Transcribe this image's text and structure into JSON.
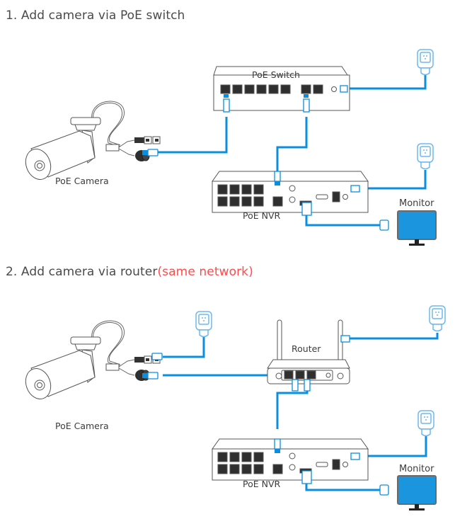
{
  "sections": [
    {
      "heading": "1. Add camera via PoE switch",
      "devices": {
        "camera": "PoE Camera",
        "switch": "PoE Switch",
        "nvr": "PoE NVR",
        "monitor": "Monitor"
      }
    },
    {
      "heading_main": "2. Add camera via router",
      "heading_accent": "(same network)",
      "devices": {
        "camera": "PoE Camera",
        "router": "Router",
        "nvr": "PoE NVR",
        "monitor": "Monitor"
      }
    }
  ],
  "colors": {
    "cable": "#0a8fe0",
    "heading": "#4a4a4a",
    "accent": "#ff4b4b",
    "monitor_screen": "#1b95dd"
  }
}
